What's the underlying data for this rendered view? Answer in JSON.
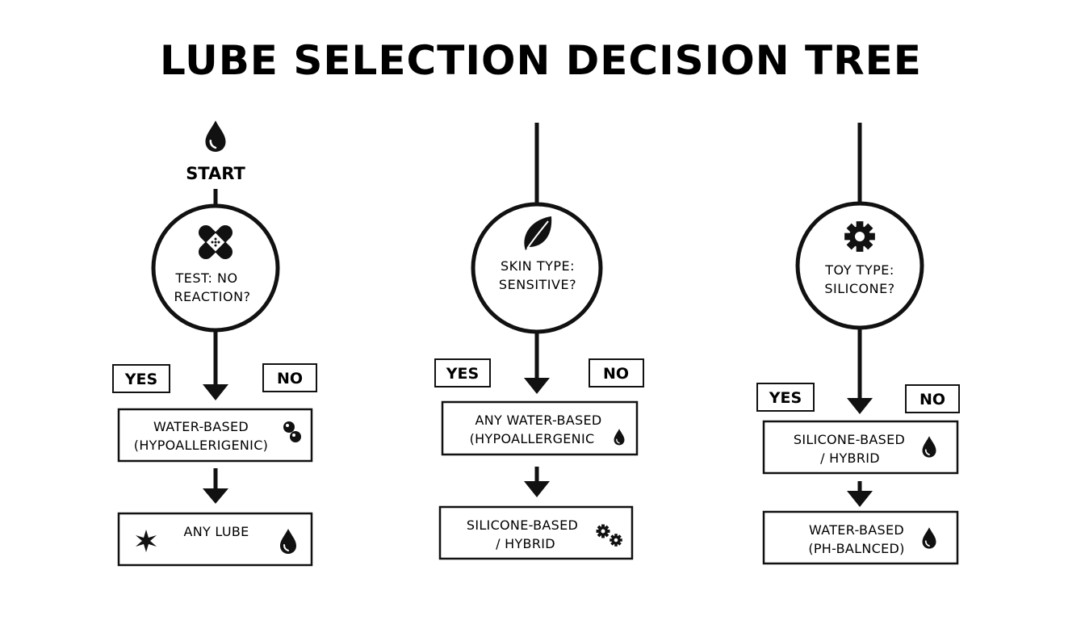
{
  "title": "LUBE SELECTION DECISION TREE",
  "start": {
    "label": "START",
    "icon": "water-drop-icon"
  },
  "columns": [
    {
      "question": {
        "line1": "TEST: NO",
        "line2": "REACTION?",
        "icon": "bandage-icon"
      },
      "yes": "YES",
      "no": "NO",
      "result1": {
        "line1": "WATER-BASED",
        "line2": "(HYPOALLERIGENIC)",
        "icon": "bubbles-icon"
      },
      "result2": {
        "line1": "ANY LUBE",
        "icon_left": "sparkle-icon",
        "icon_right": "water-drop-icon"
      }
    },
    {
      "question": {
        "line1": "SKIN TYPE:",
        "line2": "SENSITIVE?",
        "icon": "leaf-icon"
      },
      "yes": "YES",
      "no": "NO",
      "result1": {
        "line1": "ANY WATER-BASED",
        "line2": "(HYPOALLERGENIC",
        "icon": "water-drop-icon"
      },
      "result2": {
        "line1": "SILICONE-BASED",
        "line2": "/ HYBRID",
        "icon": "gears-icon"
      }
    },
    {
      "question": {
        "line1": "TOY TYPE:",
        "line2": "SILICONE?",
        "icon": "gear-icon"
      },
      "yes": "YES",
      "no": "NO",
      "result1": {
        "line1": "SILICONE-BASED",
        "line2": "/ HYBRID",
        "icon": "water-drop-icon"
      },
      "result2": {
        "line1": "WATER-BASED",
        "line2": "(PH-BALNCED)",
        "icon": "water-drop-icon"
      }
    }
  ]
}
